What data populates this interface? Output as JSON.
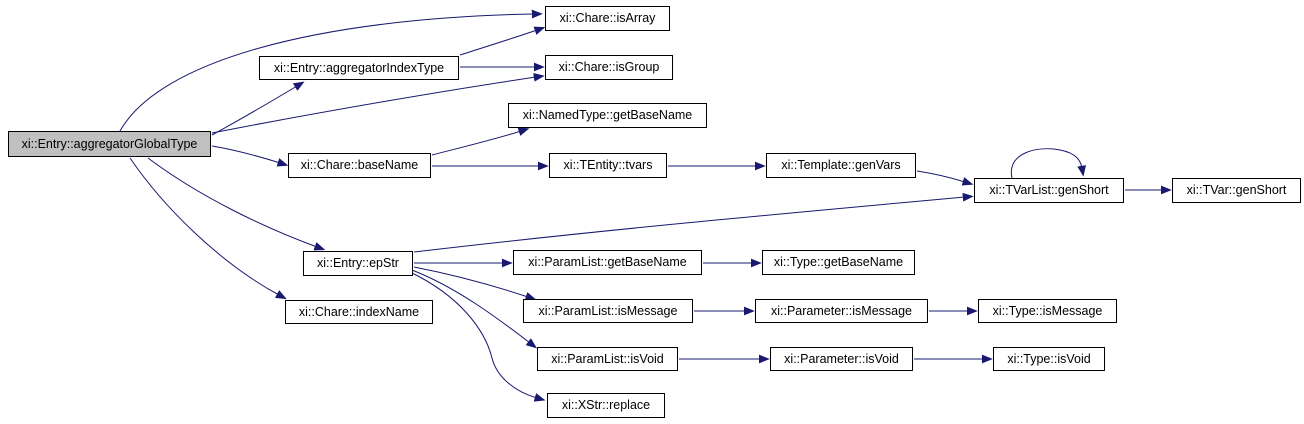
{
  "diagram": {
    "type": "call-graph",
    "root": "xi::Entry::aggregatorGlobalType",
    "colors": {
      "edge": "#191970",
      "node_border": "#000000",
      "node_fill": "#ffffff",
      "root_fill": "#c0c0c0",
      "text": "#000000",
      "background": "#ffffff"
    }
  },
  "nodes": [
    {
      "id": "entry-aggregator-global-type",
      "label": "xi::Entry::aggregatorGlobalType",
      "is_root": true
    },
    {
      "id": "entry-aggregator-index-type",
      "label": "xi::Entry::aggregatorIndexType"
    },
    {
      "id": "chare-is-array",
      "label": "xi::Chare::isArray"
    },
    {
      "id": "chare-is-group",
      "label": "xi::Chare::isGroup"
    },
    {
      "id": "namedtype-get-base-name",
      "label": "xi::NamedType::getBaseName"
    },
    {
      "id": "chare-base-name",
      "label": "xi::Chare::baseName"
    },
    {
      "id": "tentity-tvars",
      "label": "xi::TEntity::tvars"
    },
    {
      "id": "template-gen-vars",
      "label": "xi::Template::genVars"
    },
    {
      "id": "tvarlist-gen-short",
      "label": "xi::TVarList::genShort"
    },
    {
      "id": "tvar-gen-short",
      "label": "xi::TVar::genShort"
    },
    {
      "id": "entry-ep-str",
      "label": "xi::Entry::epStr"
    },
    {
      "id": "chare-index-name",
      "label": "xi::Chare::indexName"
    },
    {
      "id": "paramlist-get-base-name",
      "label": "xi::ParamList::getBaseName"
    },
    {
      "id": "type-get-base-name",
      "label": "xi::Type::getBaseName"
    },
    {
      "id": "paramlist-is-message",
      "label": "xi::ParamList::isMessage"
    },
    {
      "id": "parameter-is-message",
      "label": "xi::Parameter::isMessage"
    },
    {
      "id": "type-is-message",
      "label": "xi::Type::isMessage"
    },
    {
      "id": "paramlist-is-void",
      "label": "xi::ParamList::isVoid"
    },
    {
      "id": "parameter-is-void",
      "label": "xi::Parameter::isVoid"
    },
    {
      "id": "type-is-void",
      "label": "xi::Type::isVoid"
    },
    {
      "id": "xstr-replace",
      "label": "xi::XStr::replace"
    }
  ],
  "edges": [
    {
      "from": "entry-aggregator-global-type",
      "to": "chare-is-array"
    },
    {
      "from": "entry-aggregator-global-type",
      "to": "entry-aggregator-index-type"
    },
    {
      "from": "entry-aggregator-global-type",
      "to": "chare-is-group"
    },
    {
      "from": "entry-aggregator-global-type",
      "to": "chare-base-name"
    },
    {
      "from": "entry-aggregator-global-type",
      "to": "entry-ep-str"
    },
    {
      "from": "entry-aggregator-global-type",
      "to": "chare-index-name"
    },
    {
      "from": "entry-aggregator-index-type",
      "to": "chare-is-array"
    },
    {
      "from": "entry-aggregator-index-type",
      "to": "chare-is-group"
    },
    {
      "from": "chare-base-name",
      "to": "namedtype-get-base-name"
    },
    {
      "from": "chare-base-name",
      "to": "tentity-tvars"
    },
    {
      "from": "tentity-tvars",
      "to": "template-gen-vars"
    },
    {
      "from": "template-gen-vars",
      "to": "tvarlist-gen-short"
    },
    {
      "from": "tvarlist-gen-short",
      "to": "tvarlist-gen-short"
    },
    {
      "from": "tvarlist-gen-short",
      "to": "tvar-gen-short"
    },
    {
      "from": "entry-ep-str",
      "to": "tvarlist-gen-short"
    },
    {
      "from": "entry-ep-str",
      "to": "paramlist-get-base-name"
    },
    {
      "from": "paramlist-get-base-name",
      "to": "type-get-base-name"
    },
    {
      "from": "entry-ep-str",
      "to": "paramlist-is-message"
    },
    {
      "from": "paramlist-is-message",
      "to": "parameter-is-message"
    },
    {
      "from": "parameter-is-message",
      "to": "type-is-message"
    },
    {
      "from": "entry-ep-str",
      "to": "paramlist-is-void"
    },
    {
      "from": "paramlist-is-void",
      "to": "parameter-is-void"
    },
    {
      "from": "parameter-is-void",
      "to": "type-is-void"
    },
    {
      "from": "entry-ep-str",
      "to": "xstr-replace"
    }
  ]
}
